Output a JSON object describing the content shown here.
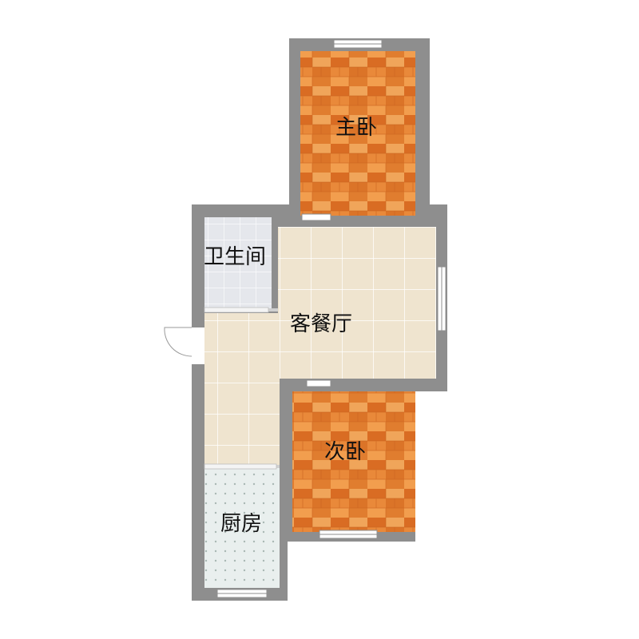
{
  "rooms": {
    "master_bedroom": "主卧",
    "bathroom": "卫生间",
    "living_dining": "客餐厅",
    "second_bedroom": "次卧",
    "kitchen": "厨房"
  },
  "colors": {
    "wall": "#8e8e8e",
    "wood_dark": "#d96c23",
    "wood_mid": "#e88a3a",
    "wood_light": "#f0a55a",
    "floor_tile": "#efe4cf",
    "tile_line": "#ffffff",
    "bath_tile": "#e5e7ec",
    "kitchen_tile": "#e9efee",
    "window": "#ffffff"
  }
}
